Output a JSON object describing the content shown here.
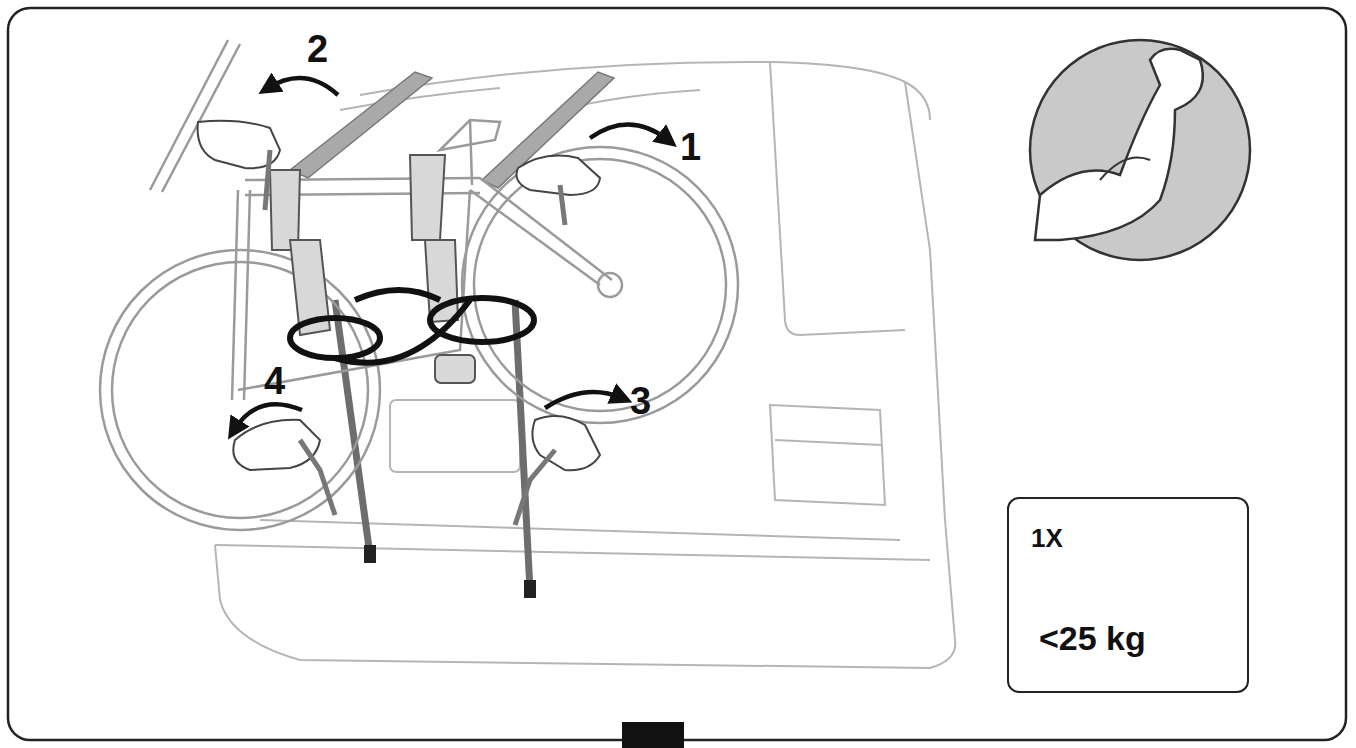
{
  "diagram": {
    "nodes": [
      {
        "text": [
          "1X",
          "<25 kg"
        ]
      }
    ],
    "labels": [
      "2",
      "1",
      "4",
      "3"
    ]
  }
}
